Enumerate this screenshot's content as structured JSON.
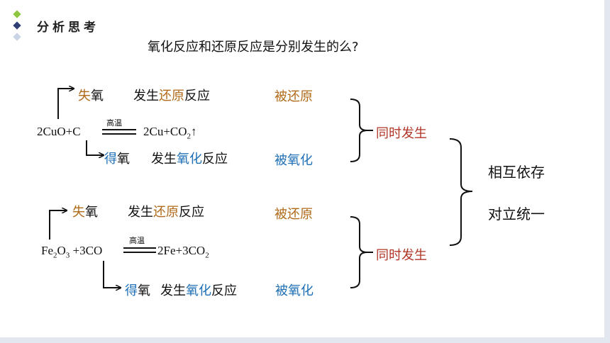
{
  "header": {
    "title": "分析思考"
  },
  "question": "氧化反应和还原反应是分别发生的么?",
  "reaction1": {
    "equation_left": "2CuO+C",
    "condition": "高温",
    "equation_right_main": "2Cu+CO",
    "equation_right_sub": "2",
    "equation_right_tail": "↑",
    "upper": {
      "prefix": "失",
      "suffix": "氧",
      "text_a": "发生",
      "text_b": "还原",
      "text_c": "反应",
      "result": "被还原"
    },
    "lower": {
      "prefix": "得",
      "suffix": "氧",
      "text_a": "发生",
      "text_b": "氧化",
      "text_c": "反应",
      "result": "被氧化"
    },
    "bracket_label": "同时发生"
  },
  "reaction2": {
    "eq_fe": "Fe",
    "eq_sub1": "2",
    "eq_o": "O",
    "eq_sub2": "3",
    "eq_rest": " +3CO",
    "condition": "高温",
    "equation_right_main": "2Fe+3CO",
    "equation_right_sub": "2",
    "upper": {
      "prefix": "失",
      "suffix": "氧",
      "text_a": "发生",
      "text_b": "还原",
      "text_c": "反应",
      "result": "被还原"
    },
    "lower": {
      "prefix": "得",
      "suffix": "氧",
      "text_a": "发生",
      "text_b": "氧化",
      "text_c": "反应",
      "result": "被氧化"
    },
    "bracket_label": "同时发生"
  },
  "conclusion": {
    "line1": "相互依存",
    "line2": "对立统一"
  },
  "colors": {
    "green": "#8dc63f",
    "navy": "#2f3f73",
    "light": "#c9d3e6",
    "reduce": "#b06a1a",
    "oxidize": "#1f6fb6",
    "same_time": "#b03526"
  }
}
